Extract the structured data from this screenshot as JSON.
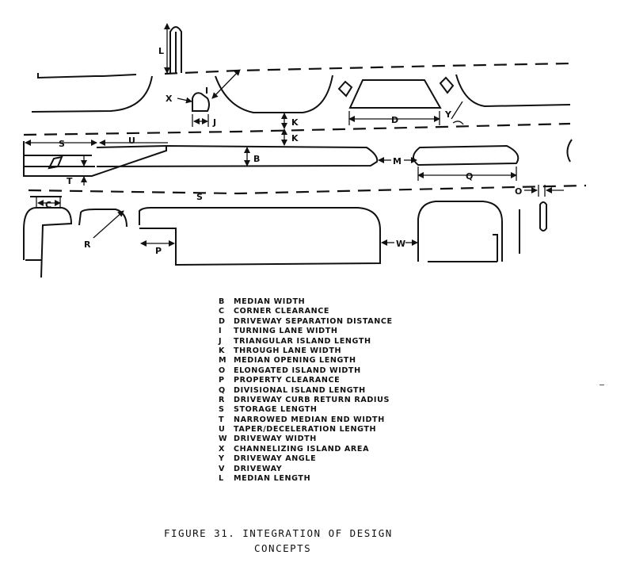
{
  "figure": {
    "labels": {
      "L": "L",
      "X": "X",
      "I": "I",
      "J": "J",
      "K_upper": "K",
      "K_lower": "K",
      "D": "D",
      "Y": "Y",
      "S_left": "S",
      "U": "U",
      "B": "B",
      "M": "M",
      "Q": "Q",
      "T": "T",
      "S_main": "S",
      "O": "O",
      "C": "C",
      "R": "R",
      "P": "P",
      "W": "W"
    }
  },
  "legend": [
    {
      "key": "B",
      "text": "MEDIAN WIDTH"
    },
    {
      "key": "C",
      "text": "CORNER CLEARANCE"
    },
    {
      "key": "D",
      "text": "DRIVEWAY SEPARATION DISTANCE"
    },
    {
      "key": "I",
      "text": "TURNING LANE WIDTH"
    },
    {
      "key": "J",
      "text": "TRIANGULAR ISLAND LENGTH"
    },
    {
      "key": "K",
      "text": "THROUGH LANE WIDTH"
    },
    {
      "key": "M",
      "text": "MEDIAN OPENING LENGTH"
    },
    {
      "key": "O",
      "text": "ELONGATED ISLAND WIDTH"
    },
    {
      "key": "P",
      "text": "PROPERTY CLEARANCE"
    },
    {
      "key": "Q",
      "text": "DIVISIONAL ISLAND LENGTH"
    },
    {
      "key": "R",
      "text": "DRIVEWAY CURB RETURN RADIUS"
    },
    {
      "key": "S",
      "text": "STORAGE LENGTH"
    },
    {
      "key": "T",
      "text": "NARROWED MEDIAN END WIDTH"
    },
    {
      "key": "U",
      "text": "TAPER/DECELERATION LENGTH"
    },
    {
      "key": "W",
      "text": "DRIVEWAY WIDTH"
    },
    {
      "key": "X",
      "text": "CHANNELIZING ISLAND AREA"
    },
    {
      "key": "Y",
      "text": "DRIVEWAY ANGLE"
    },
    {
      "key": "V",
      "text": "DRIVEWAY"
    },
    {
      "key": "L",
      "text": "MEDIAN LENGTH"
    }
  ],
  "caption": {
    "line1": "FIGURE 31. INTEGRATION OF DESIGN",
    "line2": "CONCEPTS"
  }
}
